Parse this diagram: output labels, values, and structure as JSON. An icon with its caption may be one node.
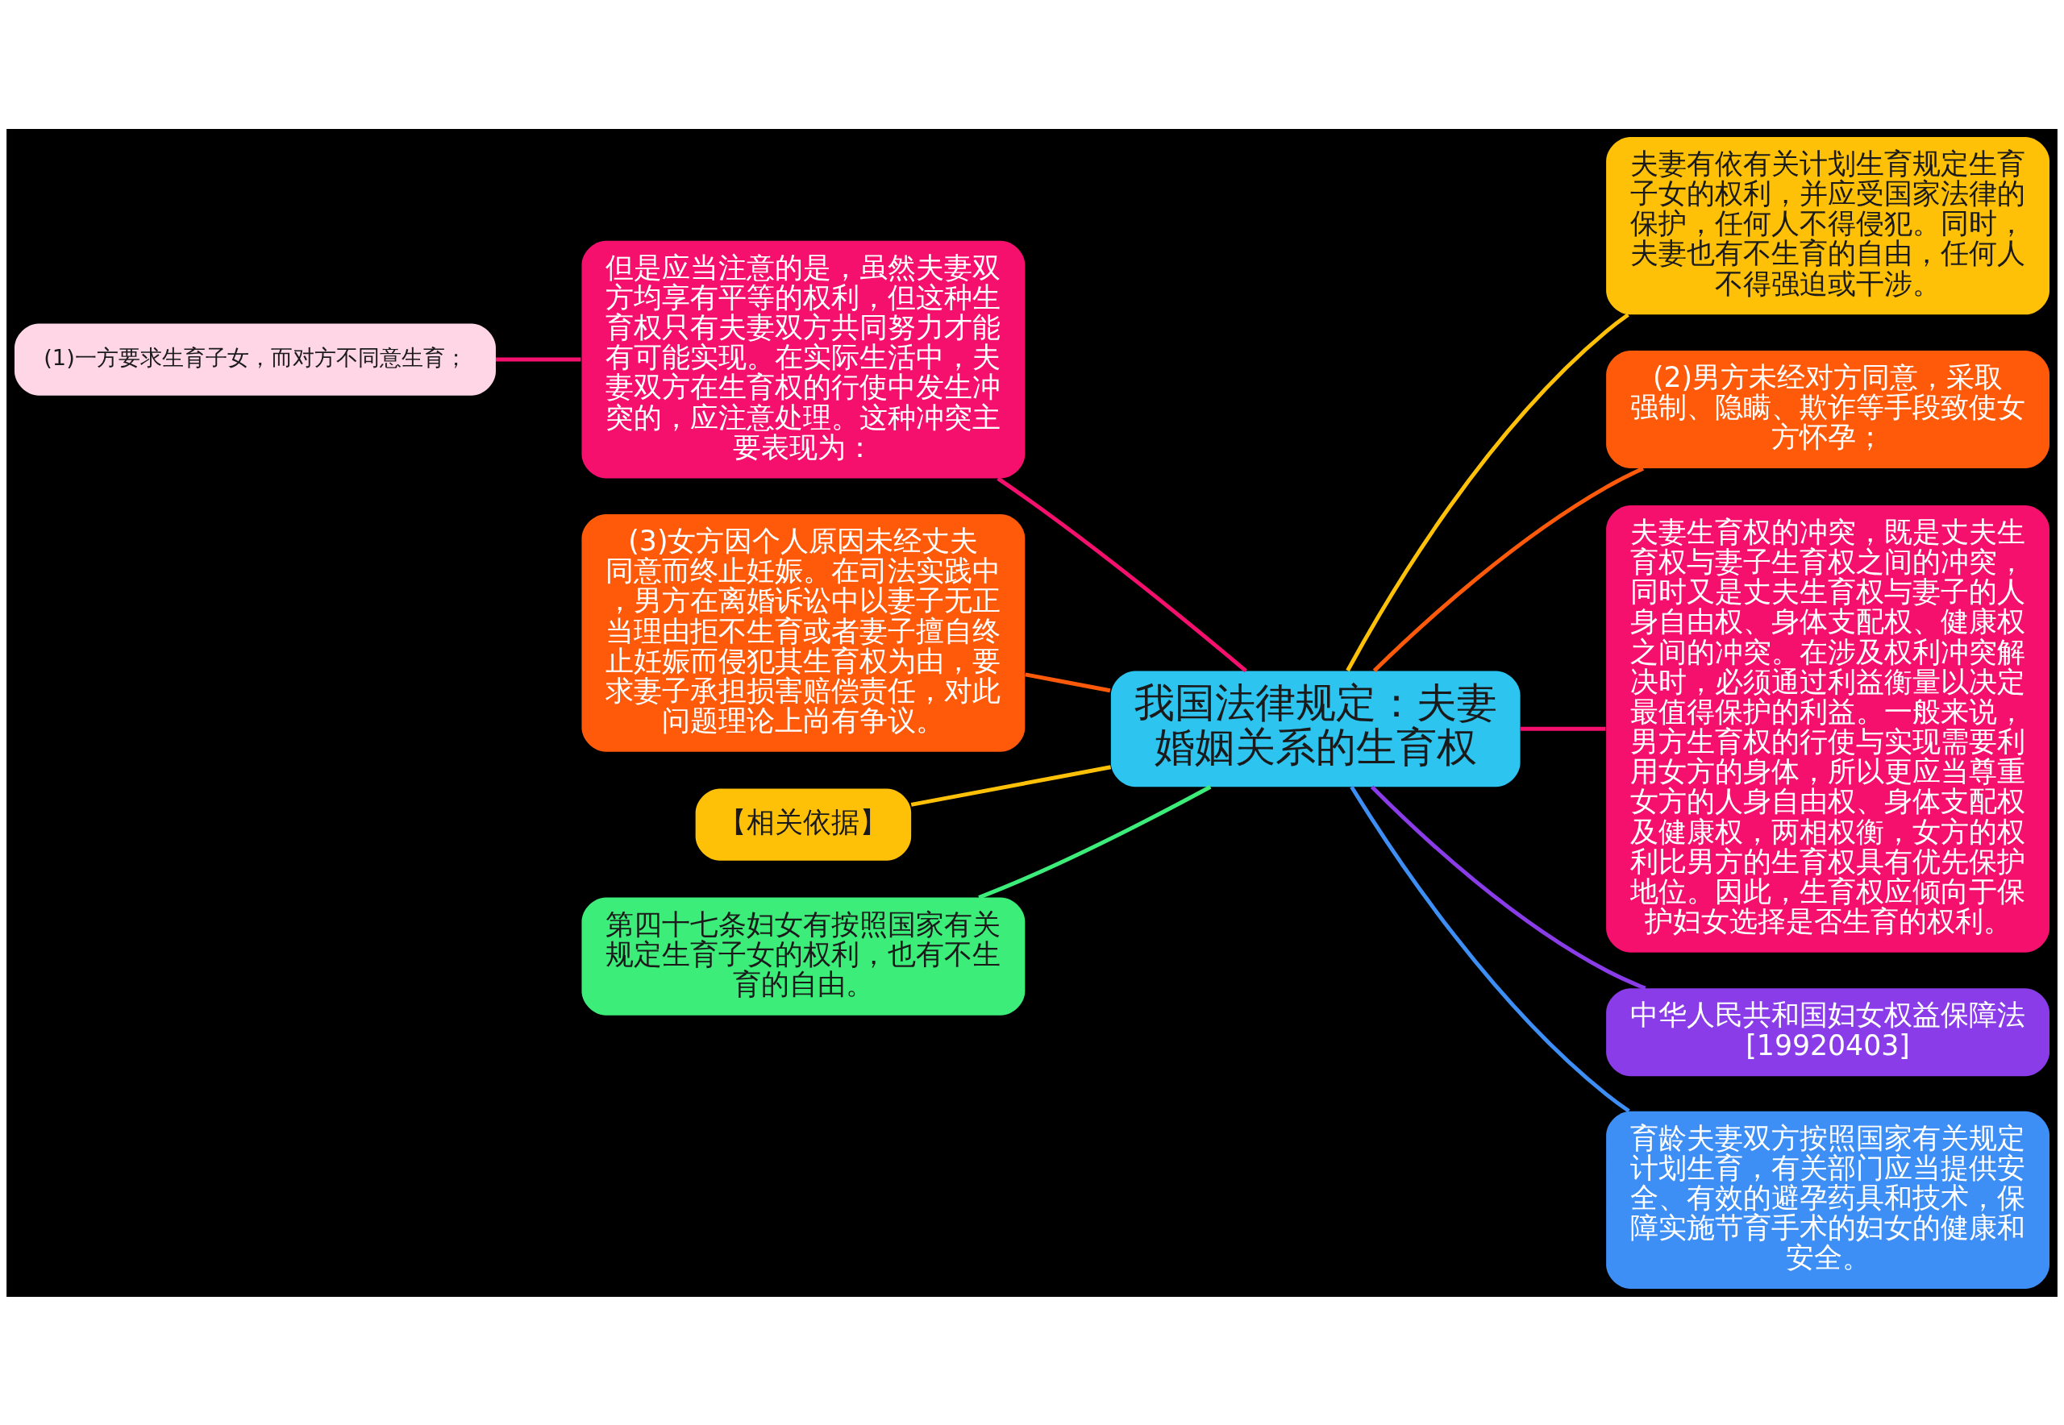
{
  "diagram": {
    "nodes": [
      {
        "text": [
          "我国法律规定：夫妻婚姻关系的生育权"
        ]
      },
      {
        "text": [
          "但是应当注意的是，虽然夫妻双方均享有平等的权利，但这种生育权只有夫妻双方共同努力才能有可能实现。在实际生活中，夫妻双方在生育权的行使中发生冲突的，应注意处理。这种冲突主要表现为："
        ]
      },
      {
        "text": [
          "(1)一方要求生育子女，而对方不同意生育；"
        ]
      },
      {
        "text": [
          "(3)女方因个人原因未经丈夫同意而终止妊娠。在司法实践中，男方在离婚诉讼中以妻子无正当理由拒不生育或者妻子擅自终止妊娠而侵犯其生育权为由，要求妻子承担损害赔偿责任，对此问题理论上尚有争议。"
        ]
      },
      {
        "text": [
          "【相关依据】"
        ]
      },
      {
        "text": [
          "第四十七条妇女有按照国家有关规定生育子女的权利，也有不生育的自由。"
        ]
      },
      {
        "text": [
          "夫妻有依有关计划生育规定生育子女的权利，并应受国家法律的保护，任何人不得侵犯。同时，夫妻也有不生育的自由，任何人不得强迫或干涉。"
        ]
      },
      {
        "text": [
          "(2)男方未经对方同意，采取强制、隐瞒、欺诈等手段致使女方怀孕；"
        ]
      },
      {
        "text": [
          "夫妻生育权的冲突，既是丈夫生育权与妻子生育权之间的冲突，同时又是丈夫生育权与妻子的人身自由权、身体支配权、健康权之间的冲突。在涉及权利冲突解决时，必须通过利益衡量以决定最值得保护的利益。一般来说，男方生育权的行使与实现需要利用女方的身体，所以更应当尊重女方的人身自由权、身体支配权及健康权，两相权衡，女方的权利比男方的生育权具有优先保护地位。因此，生育权应倾向于保护妇女选择是否生育的权利。"
        ]
      },
      {
        "text": [
          "中华人民共和国妇女权益保障法[19920403]"
        ]
      },
      {
        "text": [
          "育龄夫妻双方按照国家有关规定计划生育，有关部门应当提供安全、有效的避孕药具和技术，保障实施节育手术的妇女的健康和安全。"
        ]
      }
    ],
    "edges": [
      {
        "from": 0,
        "to": 1,
        "arrow": "none",
        "color": "#f5106e"
      },
      {
        "from": 1,
        "to": 2,
        "arrow": "none",
        "color": "#f5106e"
      },
      {
        "from": 0,
        "to": 3,
        "arrow": "none",
        "color": "#ff5a0a"
      },
      {
        "from": 0,
        "to": 4,
        "arrow": "none",
        "color": "#ffc107"
      },
      {
        "from": 0,
        "to": 5,
        "arrow": "none",
        "color": "#3ded7a"
      },
      {
        "from": 0,
        "to": 6,
        "arrow": "none",
        "color": "#ffc107"
      },
      {
        "from": 0,
        "to": 7,
        "arrow": "none",
        "color": "#ff5a0a"
      },
      {
        "from": 0,
        "to": 8,
        "arrow": "none",
        "color": "#f5106e"
      },
      {
        "from": 0,
        "to": 9,
        "arrow": "none",
        "color": "#8a3ce8"
      },
      {
        "from": 0,
        "to": 10,
        "arrow": "none",
        "color": "#3d8ef5"
      }
    ]
  }
}
